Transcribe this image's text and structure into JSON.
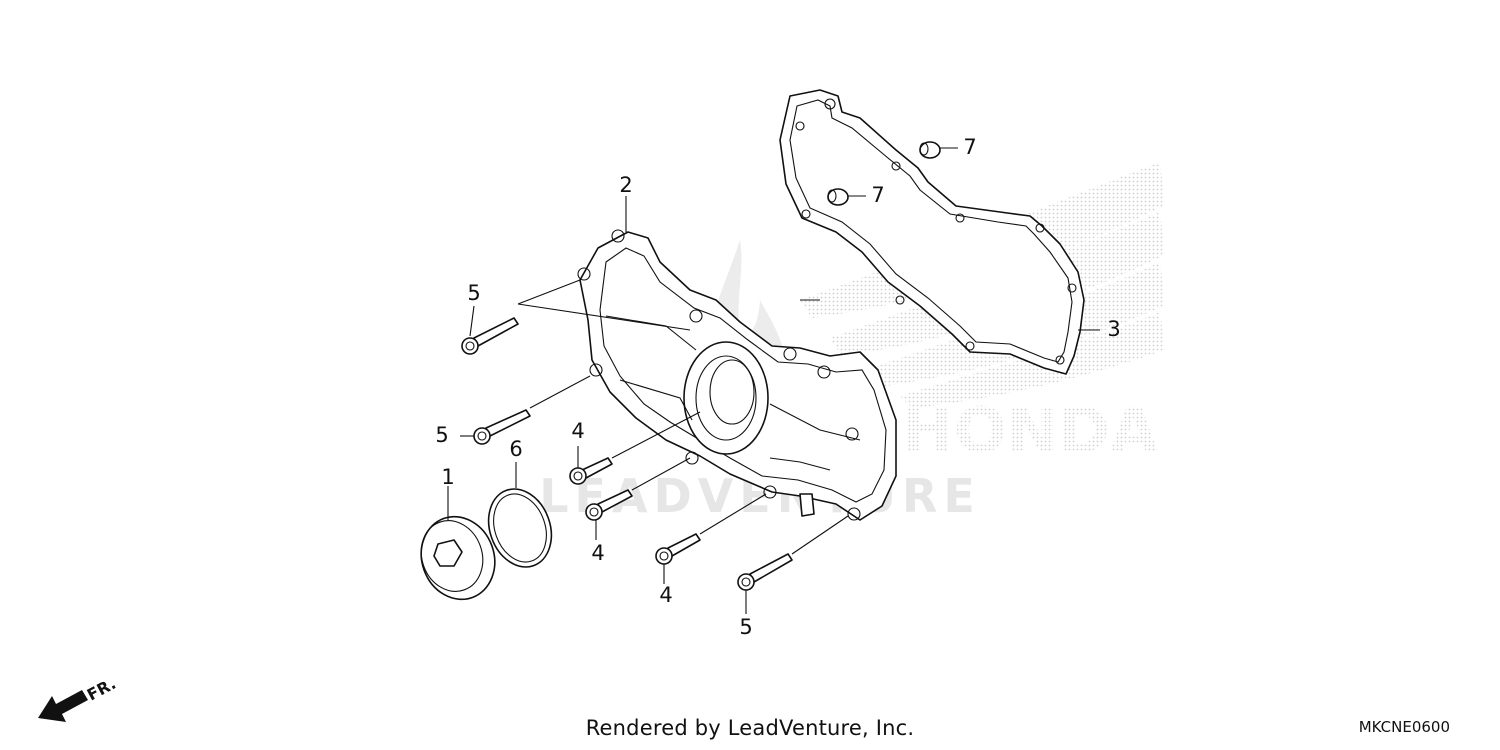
{
  "diagram": {
    "callouts": {
      "c1": "1",
      "c2": "2",
      "c3": "3",
      "c4a": "4",
      "c4b": "4",
      "c4c": "4",
      "c5a": "5",
      "c5b": "5",
      "c5c": "5",
      "c6": "6",
      "c7a": "7",
      "c7b": "7"
    },
    "watermark": {
      "brand": "HONDA",
      "vendor": "LEADVENTURE"
    },
    "direction_label": "FR."
  },
  "footer": {
    "rendered_by": "Rendered by LeadVenture, Inc.",
    "diagram_code": "MKCNE0600"
  }
}
